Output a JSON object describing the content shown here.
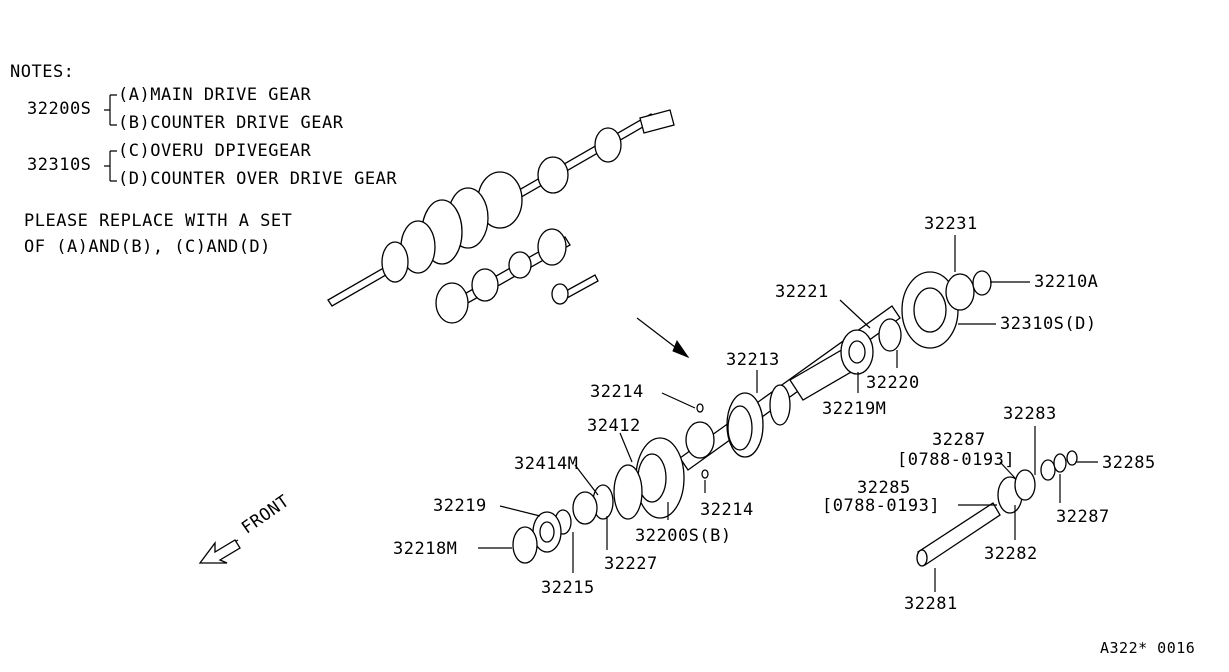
{
  "notes": {
    "heading": "NOTES:",
    "group1_code": "32200S",
    "group1_a": "(A)MAIN DRIVE GEAR",
    "group1_b": "(B)COUNTER DRIVE GEAR",
    "group2_code": "32310S",
    "group2_c": "(C)OVERU DPIVEGEAR",
    "group2_d": "(D)COUNTER OVER DRIVE GEAR",
    "replace_line1": "PLEASE REPLACE WITH A SET",
    "replace_line2": "OF (A)AND(B), (C)AND(D)"
  },
  "labels": {
    "p32231": "32231",
    "p32210A": "32210A",
    "p32221": "32221",
    "p32310S_D": "32310S(D)",
    "p32213": "32213",
    "p32220": "32220",
    "p32214_top": "32214",
    "p32219M": "32219M",
    "p32412": "32412",
    "p32414M": "32414M",
    "p32214_bottom": "32214",
    "p32219": "32219",
    "p32200S_B": "32200S(B)",
    "p32218M": "32218M",
    "p32227": "32227",
    "p32215": "32215",
    "p32283": "32283",
    "p32287_top": "32287",
    "date_top": "[0788-0193]",
    "p32285_right": "32285",
    "p32285_left": "32285",
    "date_left": "[0788-0193]",
    "p32287_right": "32287",
    "p32282": "32282",
    "p32281": "32281"
  },
  "front_label": "FRONT",
  "diagram_code": "A322* 0016"
}
